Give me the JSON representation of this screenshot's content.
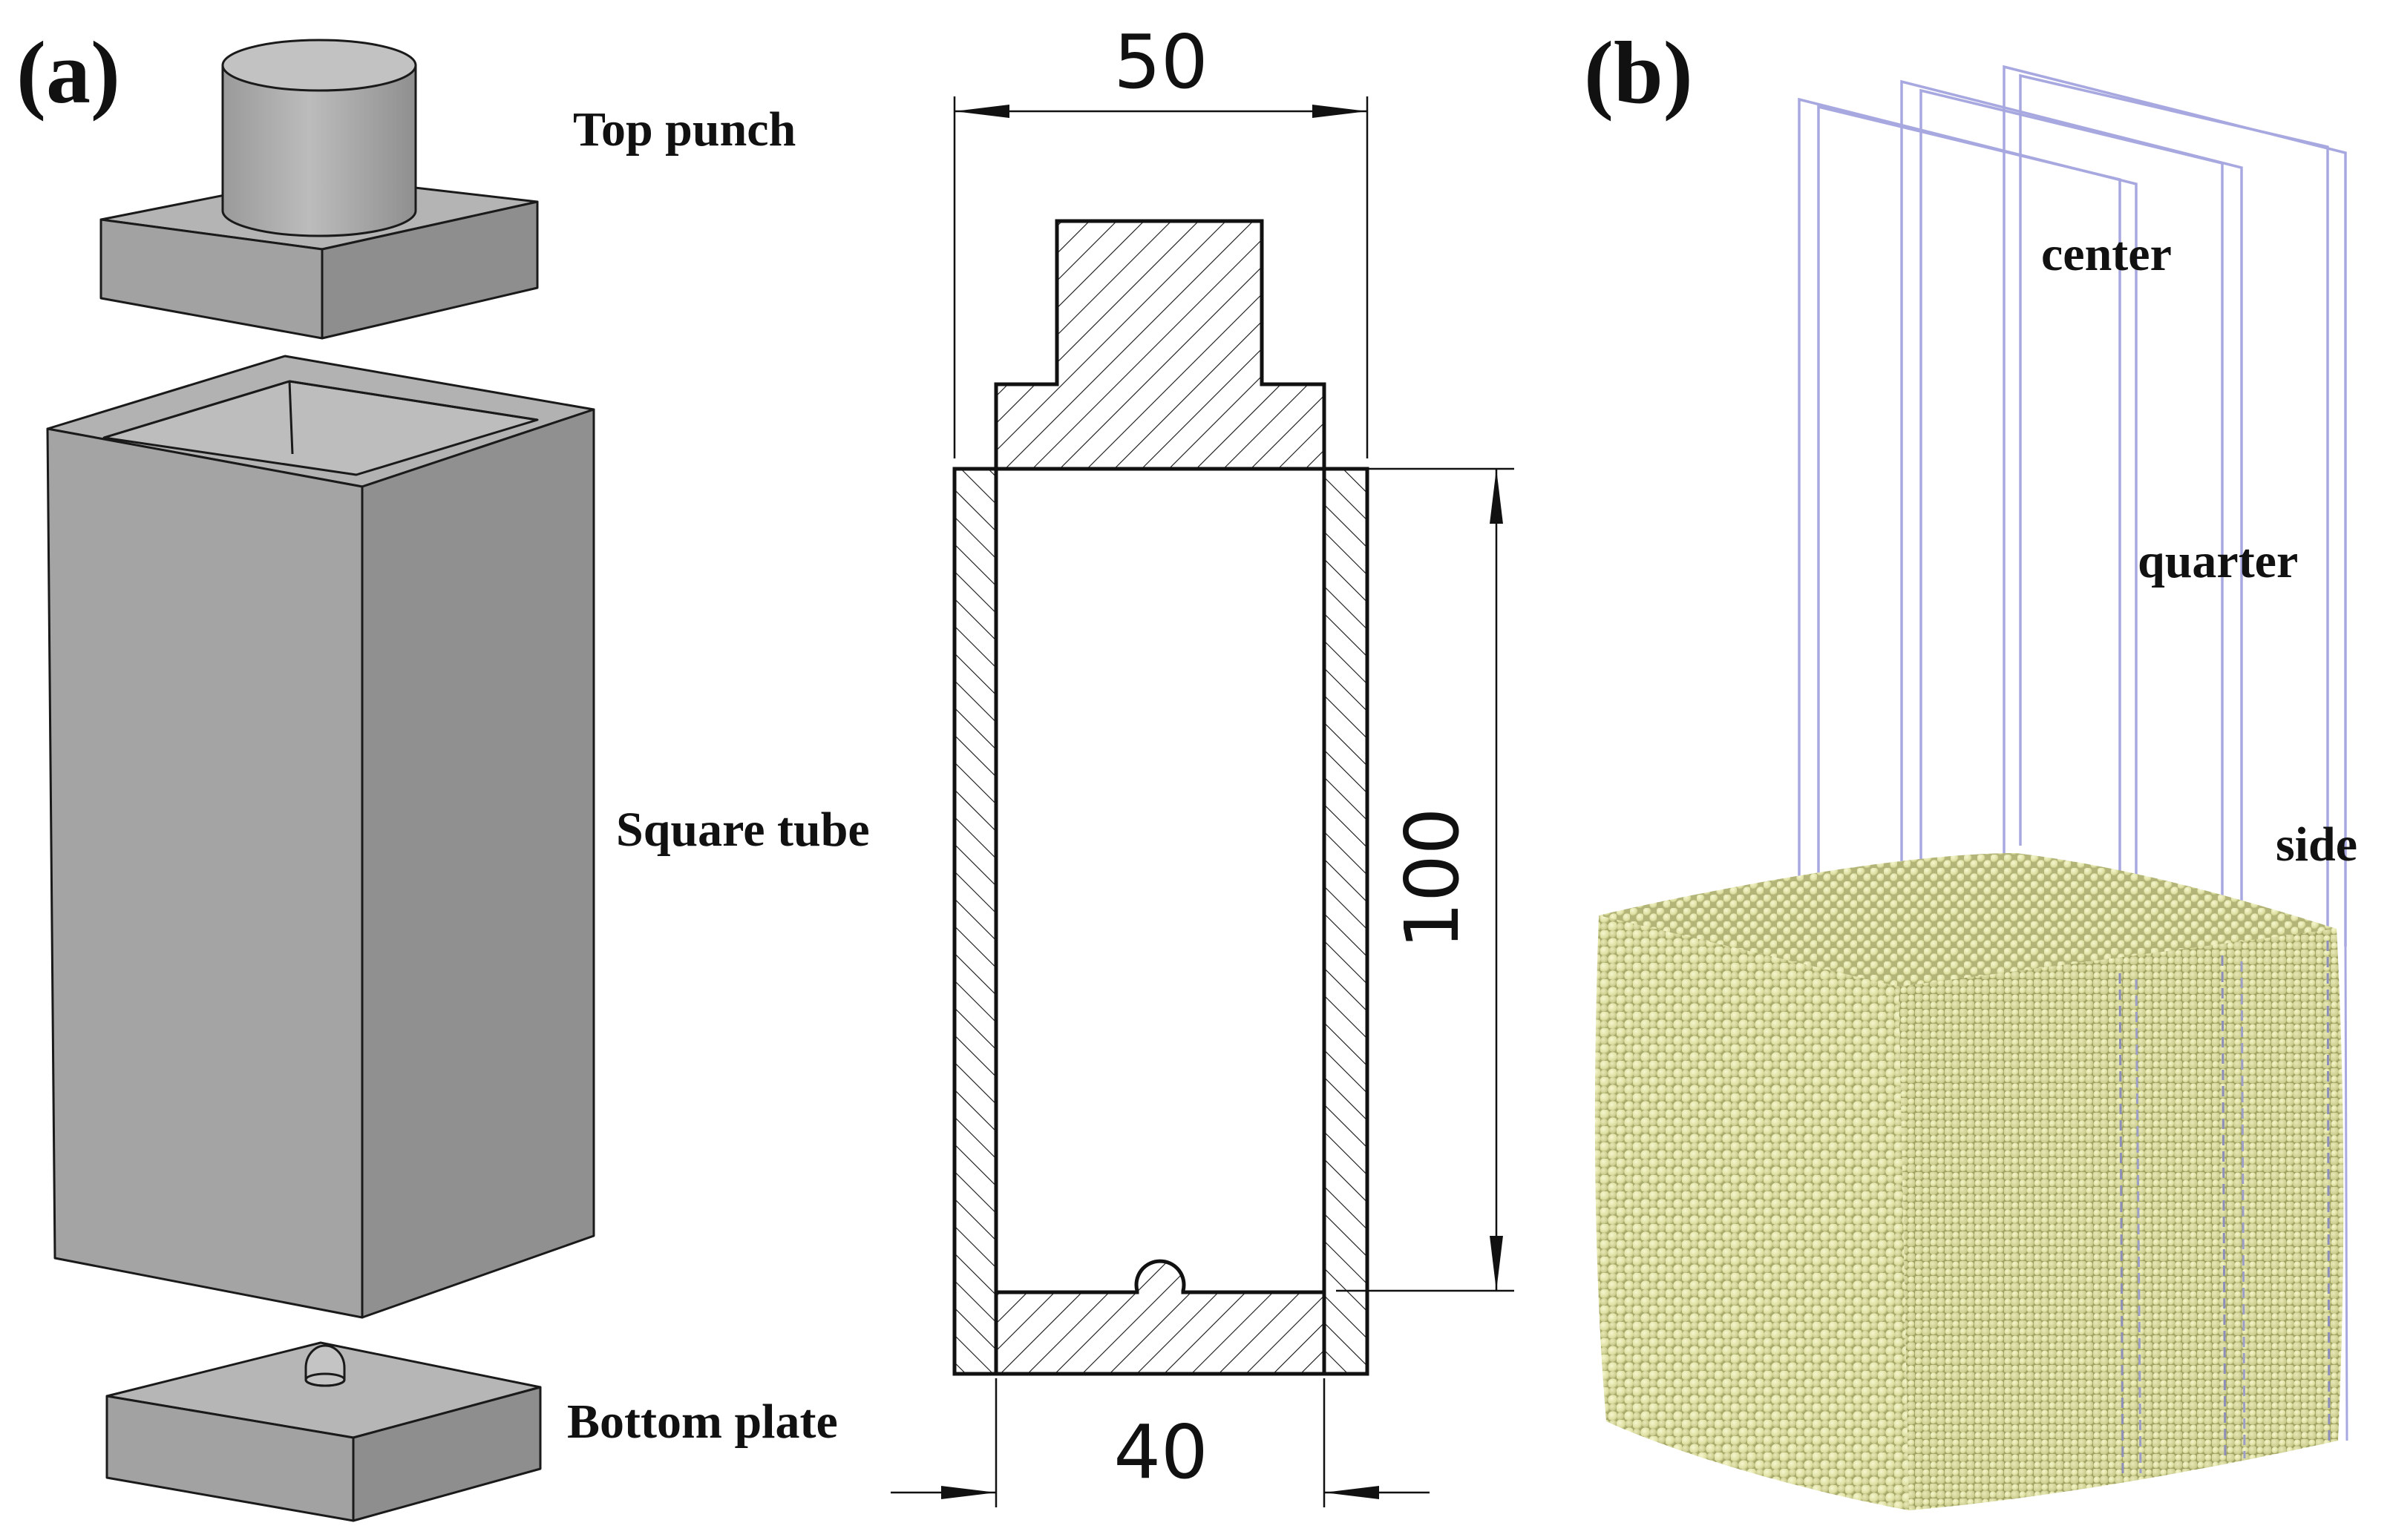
{
  "panels": {
    "a": {
      "label": "(a)",
      "parts": {
        "top_punch": "Top punch",
        "square_tube": "Square tube",
        "bottom_plate": "Bottom plate"
      },
      "dimensions": {
        "outer_width": "50",
        "inner_width": "40",
        "height": "100"
      }
    },
    "b": {
      "label": "(b)",
      "planes": {
        "center": "center",
        "quarter": "quarter",
        "side": "side"
      }
    }
  },
  "colors": {
    "solid_top": "#b4b4b4",
    "solid_front": "#a2a2a2",
    "solid_side": "#8e8e8e",
    "edge": "#1a1a1a",
    "plane_line": "#a8a8e0",
    "particle": "#e2e4aa",
    "particle_shadow": "#aeb070"
  }
}
